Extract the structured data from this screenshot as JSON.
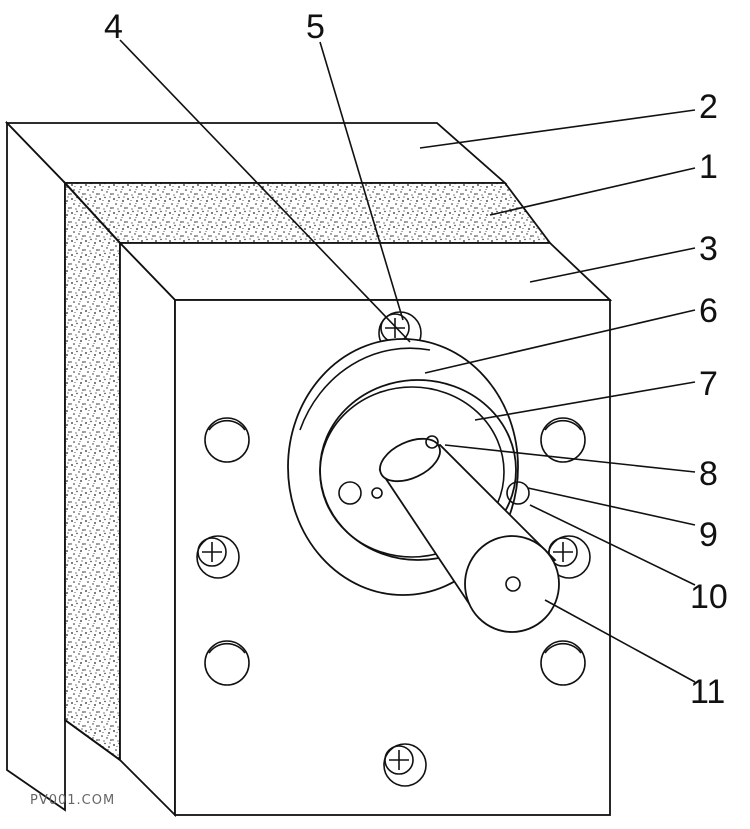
{
  "labels": {
    "l1": "1",
    "l2": "2",
    "l3": "3",
    "l4": "4",
    "l5": "5",
    "l6": "6",
    "l7": "7",
    "l8": "8",
    "l9": "9",
    "l10": "10",
    "l11": "11"
  },
  "watermark": "PV001.COM",
  "colors": {
    "ink": "#111111",
    "paper": "#ffffff",
    "insulation_dots": "#222222"
  }
}
